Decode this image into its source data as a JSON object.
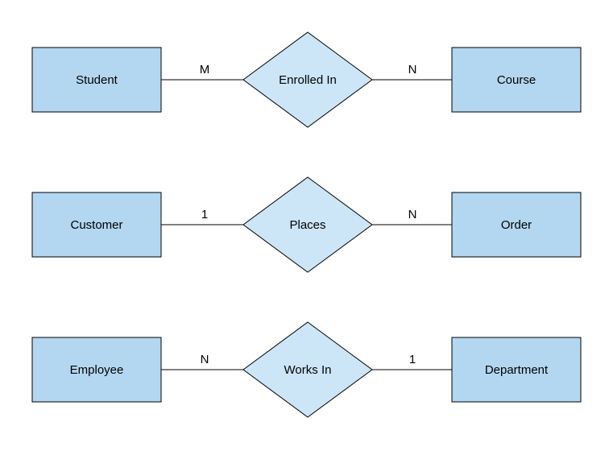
{
  "diagram": {
    "kind": "entity-relationship-diagram",
    "colors": {
      "entity_fill": "#B3D7F0",
      "relationship_fill": "#CCE6F7",
      "stroke": "#000000",
      "text": "#000000",
      "background": "#FFFFFF"
    },
    "rows": [
      {
        "left_entity": "Student",
        "left_cardinality": "M",
        "relationship": "Enrolled In",
        "right_cardinality": "N",
        "right_entity": "Course"
      },
      {
        "left_entity": "Customer",
        "left_cardinality": "1",
        "relationship": "Places",
        "right_cardinality": "N",
        "right_entity": "Order"
      },
      {
        "left_entity": "Employee",
        "left_cardinality": "N",
        "relationship": "Works In",
        "right_cardinality": "1",
        "right_entity": "Department"
      }
    ]
  }
}
